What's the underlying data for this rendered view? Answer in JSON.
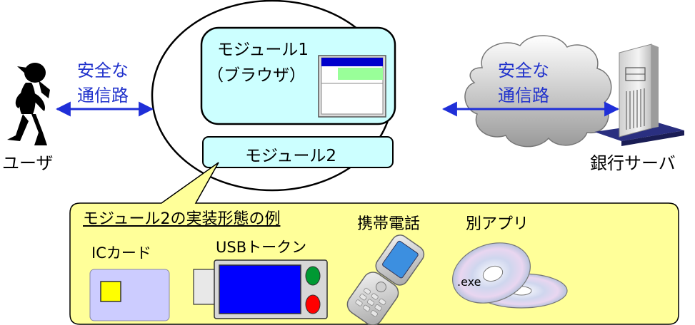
{
  "labels": {
    "user": "ユーザ",
    "secure_channel_left_line1": "安全な",
    "secure_channel_left_line2": "通信路",
    "secure_channel_right_line1": "安全な",
    "secure_channel_right_line2": "通信路",
    "module1_line1": "モジュール1",
    "module1_line2": "（ブラウザ）",
    "module2": "モジュール2",
    "bank_server": "銀行サーバ"
  },
  "examples": {
    "title": "モジュール2の実装形態の例",
    "ic_card": "ICカード",
    "usb_token": "USBトークン",
    "mobile_phone": "携帯電話",
    "other_app": "別アプリ",
    "exe_label": ".exe"
  },
  "colors": {
    "arrow": "#1f2fd8",
    "channel_text": "#2233cc",
    "module_fill": "#ccffff",
    "examples_fill": "#ffff99",
    "browser_titlebar": "#0000cc",
    "browser_panel": "#99ff99",
    "usb_screen": "#0000ff",
    "usb_green": "#009933",
    "usb_red": "#ff0000",
    "ic_chip": "#ffff00",
    "ic_card_body": "#ccccff"
  },
  "icons": [
    "user-figure-icon",
    "cloud-icon",
    "server-icon",
    "browser-window-icon",
    "ic-card-icon",
    "usb-token-icon",
    "mobile-phone-icon",
    "cd-disc-icon"
  ]
}
